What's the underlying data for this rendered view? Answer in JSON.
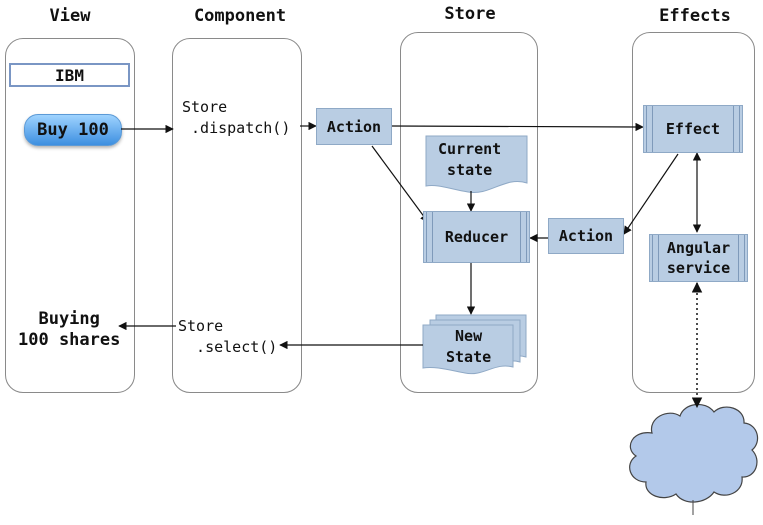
{
  "columns": {
    "view": "View",
    "component": "Component",
    "store": "Store",
    "effects": "Effects"
  },
  "view": {
    "ticker": "IBM",
    "buy_button": "Buy 100",
    "status": "Buying\n100 shares"
  },
  "component": {
    "dispatch": "Store\n .dispatch()",
    "select": "Store\n  .select()"
  },
  "store": {
    "action": "Action",
    "current_state": "Current\nstate",
    "reducer": "Reducer",
    "new_state": "New\nState"
  },
  "effects": {
    "effect": "Effect",
    "action": "Action",
    "angular_service": "Angular\nservice"
  },
  "colors": {
    "node_fill": "#b9cde3",
    "cloud_fill": "#b3c9ea"
  }
}
